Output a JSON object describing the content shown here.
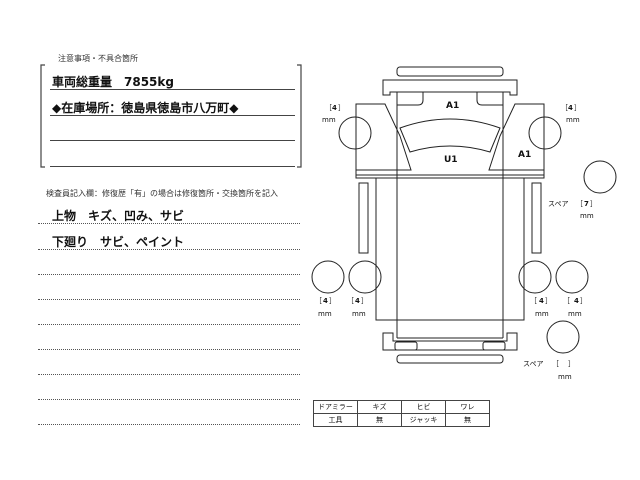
{
  "remarks": {
    "heading": "注意事項・不具合箇所",
    "lines": [
      "車両総重量　7855kg",
      "◆在庫場所：徳島県徳島市八万町◆"
    ]
  },
  "inspection": {
    "heading": "検査員記入欄：修復歴「有」の場合は修復箇所・交換箇所を記入",
    "lines": [
      "上物　キズ、凹み、サビ",
      "下廻り　サビ、ペイント"
    ]
  },
  "diagram": {
    "labels": {
      "a1_top": "A1",
      "a1_right": "A1",
      "u1": "U1"
    },
    "tires": {
      "front_left": "4",
      "front_right": "4",
      "rear_left_outer": "4",
      "rear_left_inner": "4",
      "rear_right_inner": "4",
      "rear_right_outer": "4",
      "spare1": "7",
      "spare2": ""
    },
    "unit": "mm",
    "spare_label": "スペア"
  },
  "equipment": {
    "rows": [
      [
        "ドアミラー",
        "キズ",
        "ヒビ",
        "ワレ"
      ],
      [
        "工具",
        "無",
        "ジャッキ",
        "無"
      ]
    ]
  }
}
